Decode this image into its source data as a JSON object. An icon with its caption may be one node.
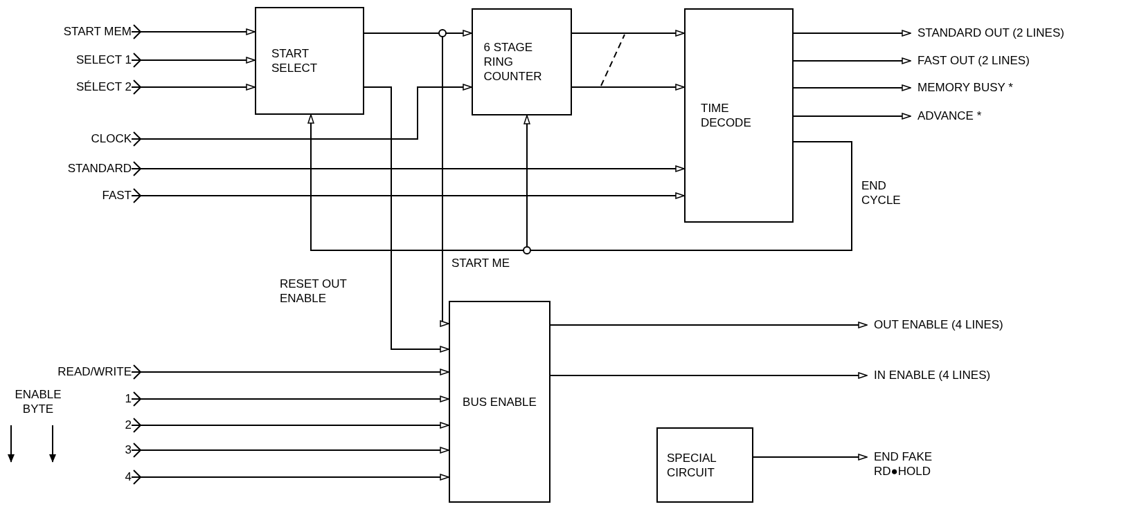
{
  "diagram": {
    "nodes": [
      {
        "text": [
          "START MEM"
        ]
      },
      {
        "text": [
          "SELECT 1"
        ]
      },
      {
        "text": [
          "SÉLECT 2"
        ]
      },
      {
        "text": [
          "START SELECT"
        ]
      },
      {
        "text": [
          "6 STAGE RING COUNTER"
        ]
      },
      {
        "text": [
          "TIME DECODE"
        ]
      },
      {
        "text": [
          "STANDARD OUT (2 LINES)"
        ]
      },
      {
        "text": [
          "FAST OUT (2 LINES)"
        ]
      },
      {
        "text": [
          "MEMORY BUSY *"
        ]
      },
      {
        "text": [
          "ADVANCE *"
        ]
      },
      {
        "text": [
          "CLOCK"
        ]
      },
      {
        "text": [
          "STANDARD"
        ]
      },
      {
        "text": [
          "FAST"
        ]
      },
      {
        "text": [
          "BUS ENABLE"
        ]
      },
      {
        "text": [
          "OUT ENABLE (4 LINES)"
        ]
      },
      {
        "text": [
          "IN ENABLE (4 LINES)"
        ]
      },
      {
        "text": [
          "READ/WRITE"
        ]
      },
      {
        "text": [
          "1"
        ]
      },
      {
        "text": [
          "2"
        ]
      },
      {
        "text": [
          "3"
        ]
      },
      {
        "text": [
          "4"
        ]
      },
      {
        "text": [
          "SPECIAL CIRCUIT"
        ]
      },
      {
        "text": [
          "END FAKE RD●HOLD"
        ]
      }
    ],
    "edges": [
      {
        "from": 0,
        "to": 3,
        "arrow": "to"
      },
      {
        "from": 1,
        "to": 3,
        "arrow": "to"
      },
      {
        "from": 2,
        "to": 3,
        "arrow": "to"
      },
      {
        "from": 3,
        "to": 4,
        "arrow": "to"
      },
      {
        "from": 3,
        "to": 13,
        "label": "START ME",
        "arrow": "to"
      },
      {
        "from": 3,
        "to": 13,
        "label": "RESET OUT ENABLE",
        "arrow": "to"
      },
      {
        "from": 10,
        "to": 4,
        "arrow": "to"
      },
      {
        "from": 4,
        "to": 5,
        "arrow": "to"
      },
      {
        "from": 4,
        "to": 5,
        "arrow": "to"
      },
      {
        "from": 11,
        "to": 5,
        "arrow": "to"
      },
      {
        "from": 12,
        "to": 5,
        "arrow": "to"
      },
      {
        "from": 5,
        "to": 6,
        "arrow": "to"
      },
      {
        "from": 5,
        "to": 7,
        "arrow": "to"
      },
      {
        "from": 5,
        "to": 8,
        "arrow": "to"
      },
      {
        "from": 5,
        "to": 9,
        "arrow": "to"
      },
      {
        "from": 5,
        "to": 3,
        "label": "END CYCLE",
        "arrow": "to"
      },
      {
        "from": 5,
        "to": 4,
        "arrow": "to"
      },
      {
        "from": 13,
        "to": 14,
        "arrow": "to"
      },
      {
        "from": 13,
        "to": 15,
        "arrow": "to"
      },
      {
        "from": 16,
        "to": 13,
        "arrow": "to"
      },
      {
        "from": 17,
        "to": 13,
        "arrow": "to"
      },
      {
        "from": 18,
        "to": 13,
        "arrow": "to"
      },
      {
        "from": 19,
        "to": 13,
        "arrow": "to"
      },
      {
        "from": 20,
        "to": 13,
        "arrow": "to"
      },
      {
        "from": 21,
        "to": 22,
        "arrow": "to"
      }
    ],
    "labels": [
      "ENABLE BYTE"
    ]
  }
}
